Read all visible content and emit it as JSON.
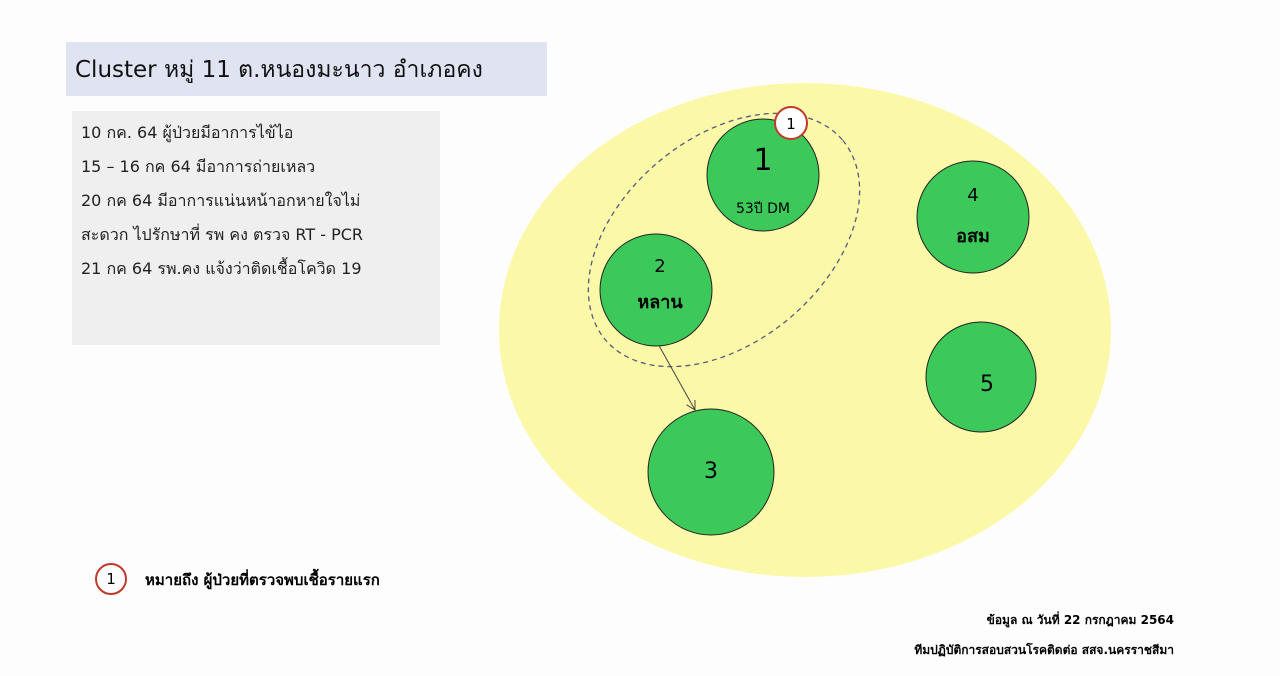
{
  "title": "Cluster หมู่ 11 ต.หนองมะนาว  อำเภอคง",
  "timeline": [
    "10    กค. 64 ผู้ป่วยมีอาการไข้ไอ",
    "15 – 16  กค 64 มีอาการถ่ายเหลว",
    "20 กค 64 มีอาการแน่นหน้าอกหายใจไม่",
    "สะดวก  ไปรักษาที่ รพ คง ตรวจ RT - PCR",
    " 21 กค 64 รพ.คง แจ้งว่าติดเชื้อโควิด 19"
  ],
  "nodes": [
    {
      "id": "1",
      "label": "53ปี DM"
    },
    {
      "id": "2",
      "label": "หลาน"
    },
    {
      "id": "3",
      "label": ""
    },
    {
      "id": "4",
      "label": "อสม"
    },
    {
      "id": "5",
      "label": ""
    }
  ],
  "index_badge": "1",
  "legend": {
    "badge": "1",
    "text": "หมายถึง  ผู้ป่วยที่ตรวจพบเชื้อรายแรก"
  },
  "footer": {
    "date": "ข้อมูล ณ วันที่ 22  กรกฎาคม 2564",
    "team": "ทีมปฏิบัติการสอบสวนโรคติดต่อ สสจ.นครราชสีมา"
  },
  "colors": {
    "node": "#3cc95a",
    "area": "#fbf8a8",
    "badge": "#c0392b"
  }
}
